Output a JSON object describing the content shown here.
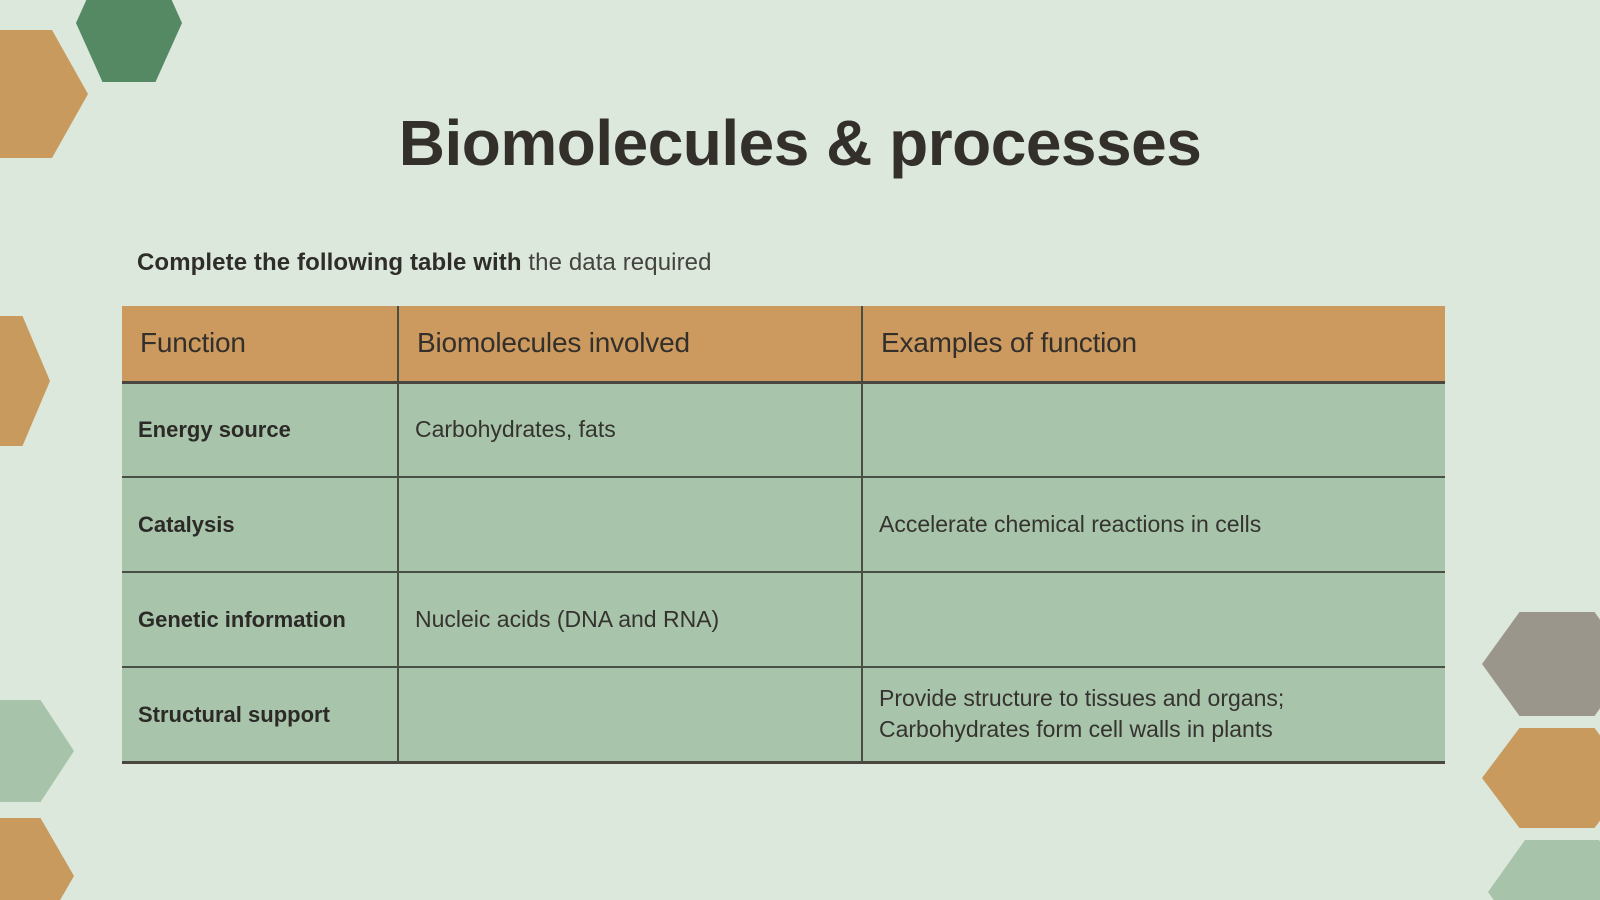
{
  "slide": {
    "title": "Biomolecules & processes",
    "instruction": {
      "bold_part": "Complete the following table with",
      "normal_part": " the data required"
    }
  },
  "table": {
    "headers": [
      "Function",
      "Biomolecules involved",
      "Examples of function"
    ],
    "rows": [
      {
        "function": "Energy source",
        "biomolecules": "Carbohydrates, fats",
        "examples_line1": "",
        "examples_line2": ""
      },
      {
        "function": "Catalysis",
        "biomolecules": "",
        "examples_line1": "Accelerate chemical reactions in cells",
        "examples_line2": ""
      },
      {
        "function": "Genetic information",
        "biomolecules": "Nucleic acids (DNA and RNA)",
        "examples_line1": "",
        "examples_line2": ""
      },
      {
        "function": "Structural support",
        "biomolecules": "",
        "examples_line1": "Provide structure to tissues and organs;",
        "examples_line2": "Carbohydrates form cell walls in plants"
      }
    ]
  },
  "colors": {
    "background": "#dce8db",
    "header_fill": "#cc9a5e",
    "cell_fill": "#a8c4ab",
    "border": "#4a4f45",
    "text_dark": "#332f2b",
    "accent_green": "#558964",
    "accent_ochre": "#c89a5e",
    "accent_taupe": "#9a968b",
    "accent_sage": "#a7c4ab"
  },
  "decorations": [
    {
      "name": "hexagon-top-left-ochre",
      "color": "#c89a5e"
    },
    {
      "name": "hexagon-top-left-green",
      "color": "#558964"
    },
    {
      "name": "hexagon-middle-left-ochre",
      "color": "#c89a5e"
    },
    {
      "name": "hexagon-bottom-left-sage",
      "color": "#a7c4ab"
    },
    {
      "name": "hexagon-bottom-left-ochre",
      "color": "#c89a5e"
    },
    {
      "name": "hexagon-right-taupe",
      "color": "#9a968b"
    },
    {
      "name": "hexagon-right-ochre",
      "color": "#c89a5e"
    },
    {
      "name": "hexagon-right-sage",
      "color": "#a7c4ab"
    }
  ]
}
